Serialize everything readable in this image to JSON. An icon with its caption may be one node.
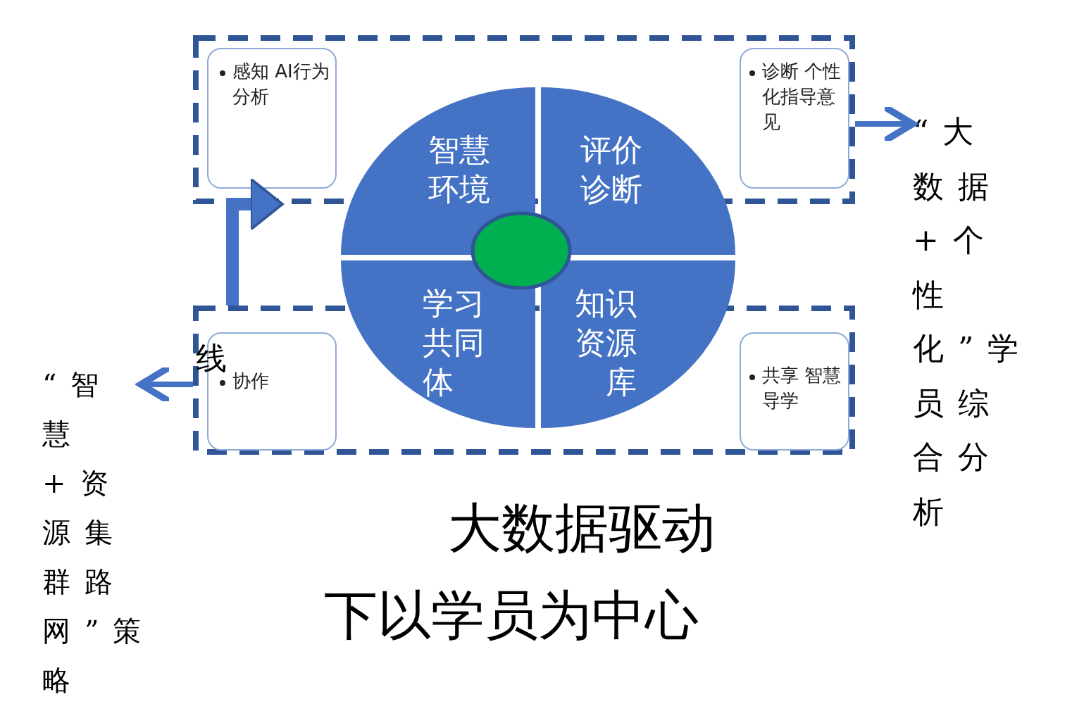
{
  "diagram": {
    "nodes": [
      {
        "text": [],
        "shape": "box"
      },
      {
        "text": [
          "感知 AI行为分析"
        ],
        "in": 0
      },
      {
        "text": [
          "诊断 个性化指导意见"
        ],
        "in": 0
      },
      {
        "text": [
          "智慧环境"
        ]
      },
      {
        "text": [
          "评价诊断"
        ]
      },
      {
        "text": [],
        "shape": "circle"
      },
      {
        "text": [
          "学习共同体"
        ]
      },
      {
        "text": [
          "知识资源库"
        ]
      },
      {
        "text": [],
        "shape": "box"
      },
      {
        "text": [
          "协作"
        ],
        "in": 8
      },
      {
        "text": [
          "共享 智慧导学"
        ],
        "in": 8
      },
      {
        "text": [
          "“大数据+个性化”学员综合分析"
        ]
      },
      {
        "text": [
          "“智慧+资源集群路网”策略"
        ]
      }
    ],
    "edges": [
      {
        "from": 0,
        "to": 11,
        "arrow": "to"
      },
      {
        "from": 8,
        "to": 12,
        "arrow": "to"
      },
      {
        "from": 8,
        "to": 0,
        "arrow": "to",
        "style": "thick"
      }
    ],
    "labels": [
      "线",
      "大数据驱动",
      "下以学员为中心"
    ]
  }
}
